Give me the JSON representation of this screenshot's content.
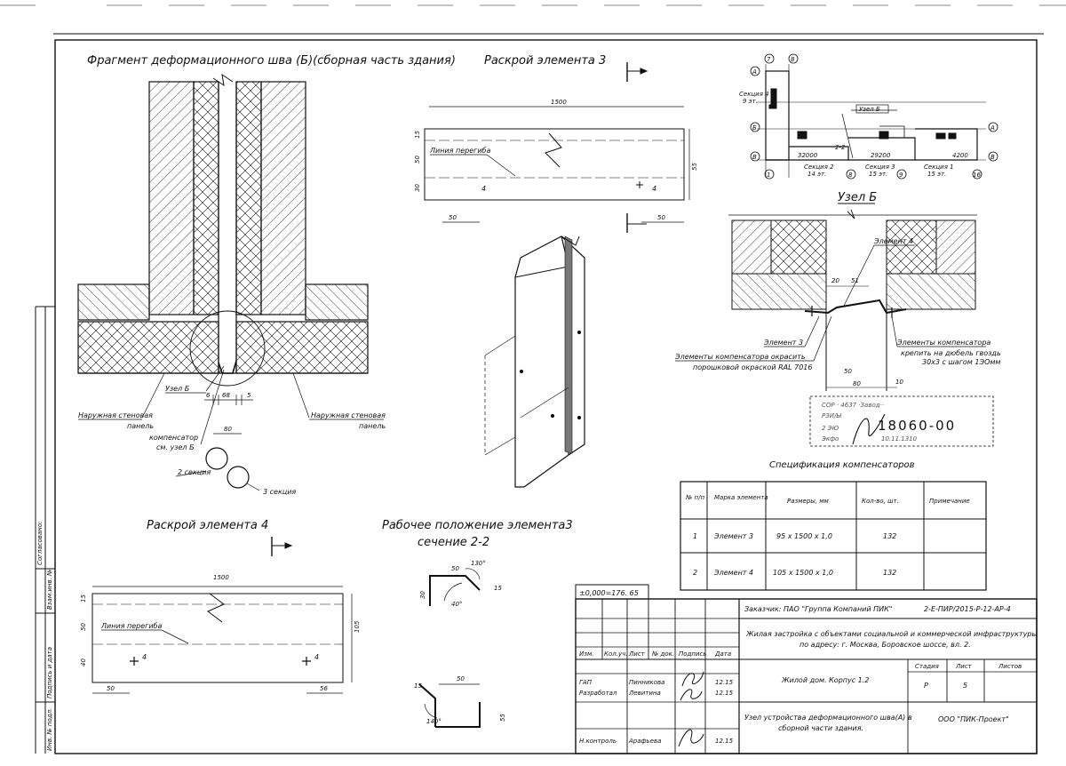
{
  "titles": {
    "fragment": "Фрагмент деформационного шва (Б)(сборная часть здания)",
    "cut3": "Раскрой элемента 3",
    "cut4": "Раскрой элемента 4",
    "work_line1": "Рабочее положение элемента3",
    "work_line2": "сечение 2-2",
    "node_b": "Узел Б",
    "spec": "Спецификация компенсаторов"
  },
  "fragment": {
    "uzel_label": "Узел Б",
    "left_panel_line1": "Наружная стеновая",
    "left_panel_line2": "панель",
    "right_panel_line1": "Наружная стеновая",
    "right_panel_line2": "панель",
    "comp_line1": "компенсатор",
    "comp_line2": "см. узел Б",
    "sec2": "2 секция",
    "sec3": "3 секция",
    "dim_6": "6",
    "dim_68": "68",
    "dim_5": "5",
    "dim_80": "80"
  },
  "cut3": {
    "dim_1500": "1500",
    "dim_15": "15",
    "dim_50": "50",
    "dim_30": "30",
    "dim_55": "55",
    "dim_50_bottom": "50",
    "dim_50_right": "50",
    "bend_label": "Линия перегиба",
    "mark_left": "4",
    "mark_right": "4"
  },
  "cut4": {
    "dim_1500": "1500",
    "dim_15": "15",
    "dim_50": "50",
    "dim_40": "40",
    "dim_105": "105",
    "dim_50_bottom": "50",
    "dim_56": "56",
    "bend_label": "Линия перегиба",
    "mark_left": "4",
    "mark_right": "4"
  },
  "work": {
    "angle_130": "130°",
    "angle_40": "40°",
    "dim_50": "50",
    "dim_30": "30",
    "dim_15": "15",
    "angle_140": "140°",
    "dim_15b": "15",
    "dim_50b": "50",
    "dim_55": "55"
  },
  "plan": {
    "axes_top": [
      "7",
      "8"
    ],
    "axes_left": [
      "А",
      "Б",
      "В"
    ],
    "axes_bottom": [
      "1",
      "8",
      "9",
      "16"
    ],
    "axes_right": [
      "А",
      "В"
    ],
    "sec4_line1": "Секция 4",
    "sec4_line2": "9 эт.",
    "sec2_line1": "Секция 2",
    "sec2_line2": "14 эт.",
    "sec3_line1": "Секция 3",
    "sec3_line2": "15 эт.",
    "sec1_line1": "Секция 1",
    "sec1_line2": "15 эт.",
    "uzel_tag": "Узел Б",
    "cut_tag": "2-2",
    "dim_left": "32000",
    "dim_mid": "29200",
    "dim_right": "4200"
  },
  "node": {
    "element4": "Элемент 4",
    "element3": "Элемент 3",
    "dim_20": "20",
    "dim_51": "51",
    "dim_50": "50",
    "dim_10": "10",
    "dim_80": "80",
    "paint_line1": "Элементы компенсатора окрасить",
    "paint_line2": "порошковой окраской RAL 7016",
    "fix_line1": "Элементы компенсатора",
    "fix_line2": "крепить на дюбель гвоздь",
    "fix_line3": "30х3 с шагом 1ЭОмм"
  },
  "stamp": {
    "line1": "СОР · 4637 ·Завод··",
    "line2": "РЗИ/Ы",
    "number": "18060-00",
    "line3": "2 ЭЮ",
    "line4": "Экфо",
    "date": "10.11.1310"
  },
  "spec": {
    "headers": [
      "№ п/п",
      "Марка элемента",
      "Размеры, мм",
      "Кол-во, шт.",
      "Примечание"
    ],
    "rows": [
      [
        "1",
        "Элемент 3",
        "95 х 1500 х 1,0",
        "132",
        ""
      ],
      [
        "2",
        "Элемент 4",
        "105 х 1500 х 1,0",
        "132",
        ""
      ]
    ]
  },
  "titleblock": {
    "level": "±0,000=176. 65",
    "customer": "Заказчик: ПАО \"Группа Компаний ПИК\"",
    "code": "2-Е-ПИР/2015-Р-12-АР-4",
    "project_line1": "Жилая застройка с объектами социальной и коммерческой инфраструктуры",
    "project_line2": "по адресу: г. Москва, Боровское шоссе, вл. 2.",
    "head_cols": [
      "Изм.",
      "Кол.уч.",
      "Лист",
      "№ док.",
      "Подпись",
      "Дата"
    ],
    "roles": [
      {
        "role": "ГАП",
        "name": "Пинникова",
        "date": "12.15"
      },
      {
        "role": "Разработал",
        "name": "Левитина",
        "date": "12.15"
      },
      {
        "role": "",
        "name": "",
        "date": ""
      },
      {
        "role": "Н.контроль",
        "name": "Арафьева",
        "date": "12.15"
      }
    ],
    "building": "Жилой дом. Корпус 1.2",
    "stage_h": "Стадия",
    "sheet_h": "Лист",
    "sheets_h": "Листов",
    "stage": "Р",
    "sheet": "5",
    "sheets": "",
    "desc_line1": "Узел устройства деформационного шва(А) в",
    "desc_line2": "сборной части здания.",
    "org": "ООО \"ПИК-Проект\""
  },
  "margin": [
    "Инв. № подл.",
    "Подпись и дата",
    "Взам.инв. №",
    "Согласовано:"
  ]
}
